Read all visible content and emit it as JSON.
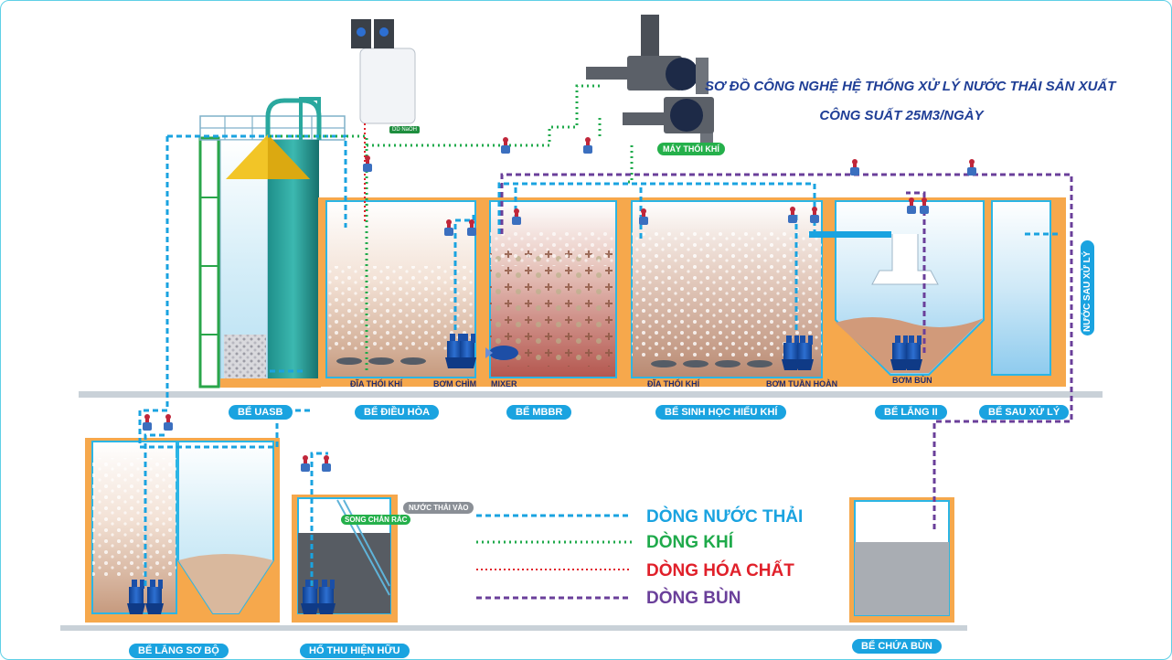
{
  "title": {
    "line1": "SƠ ĐỒ CÔNG NGHỆ HỆ THỐNG XỬ LÝ NƯỚC THẢI SẢN XUẤT",
    "line2": "CÔNG SUẤT 25M3/NGÀY"
  },
  "tanks": {
    "uasb": "BỂ UASB",
    "dieu_hoa": "BỂ ĐIỀU HÒA",
    "mbbr": "BỂ MBBR",
    "sinh_hoc": "BỂ SINH HỌC HIẾU KHÍ",
    "lang_ii": "BỂ LẮNG II",
    "sau_xu_ly": "BỂ SAU XỬ LÝ",
    "lang_so_bo": "BỂ LẮNG SƠ BỘ",
    "ho_thu": "HỐ THU HIỆN HỮU",
    "chua_bun": "BỂ CHỨA BÙN"
  },
  "equipment": {
    "dia_thoi_khi_1": "ĐĨA THỔI KHÍ",
    "bom_chim": "BƠM CHÌM",
    "mixer": "MIXER",
    "dia_thoi_khi_2": "ĐĨA THỔI KHÍ",
    "bom_tuan_hoan": "BƠM TUẦN HOÀN",
    "bom_bun": "BƠM BÙN",
    "may_thoi_khi": "MÁY THỔI KHÍ",
    "naoh": "DD NaOH",
    "song_chan_rac": "SONG CHẮN RÁC",
    "nuoc_thai_vao": "NƯỚC THẢI VÀO",
    "nuoc_sau_xu_ly": "NƯỚC SAU XỬ LÝ"
  },
  "legend": {
    "nuoc_thai": "DÒNG NƯỚC THẢI",
    "khi": "DÒNG KHÍ",
    "hoa_chat": "DÒNG HÓA CHẤT",
    "bun": "DÒNG BÙN"
  },
  "colors": {
    "water": "#1aa3e0",
    "air": "#1faa4b",
    "chemical": "#e0202a",
    "sludge": "#6a3f9a",
    "tank_orange": "#f6a84c",
    "tank_border": "#2bb5e5",
    "title": "#1f3e96"
  }
}
